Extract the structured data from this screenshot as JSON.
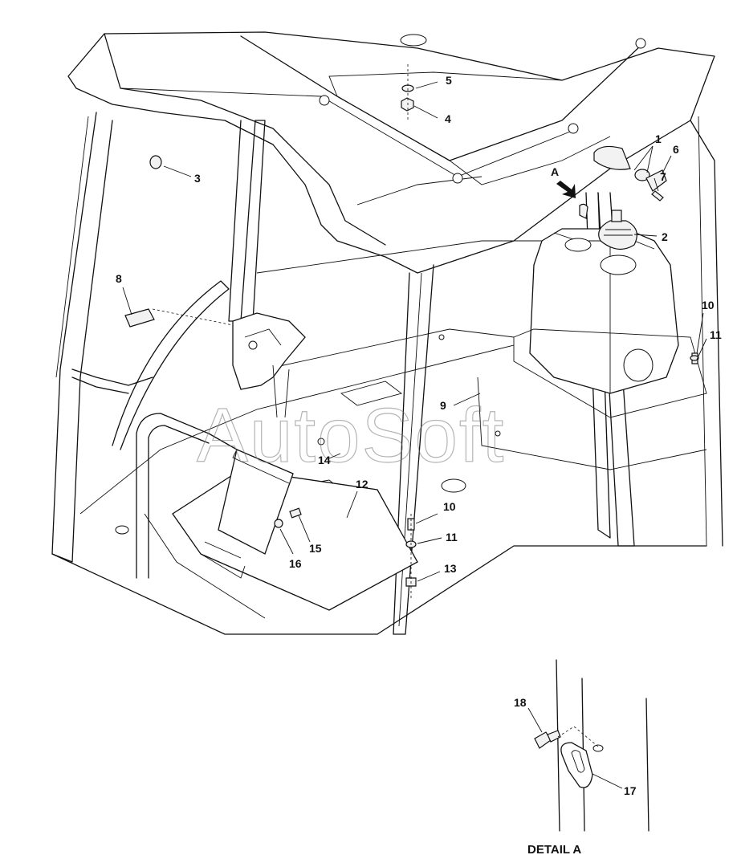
{
  "watermark": "AutoSoft",
  "callouts": {
    "c1": "1",
    "c2": "2",
    "c3": "3",
    "c4": "4",
    "c5": "5",
    "c6": "6",
    "c7": "7",
    "c8": "8",
    "c9": "9",
    "c10a": "10",
    "c10b": "10",
    "c11a": "11",
    "c11b": "11",
    "c12": "12",
    "c13": "13",
    "c14": "14",
    "c15": "15",
    "c16": "16",
    "c17": "17",
    "c18": "18"
  },
  "view_marker": "A",
  "detail_title": "DETAIL A"
}
